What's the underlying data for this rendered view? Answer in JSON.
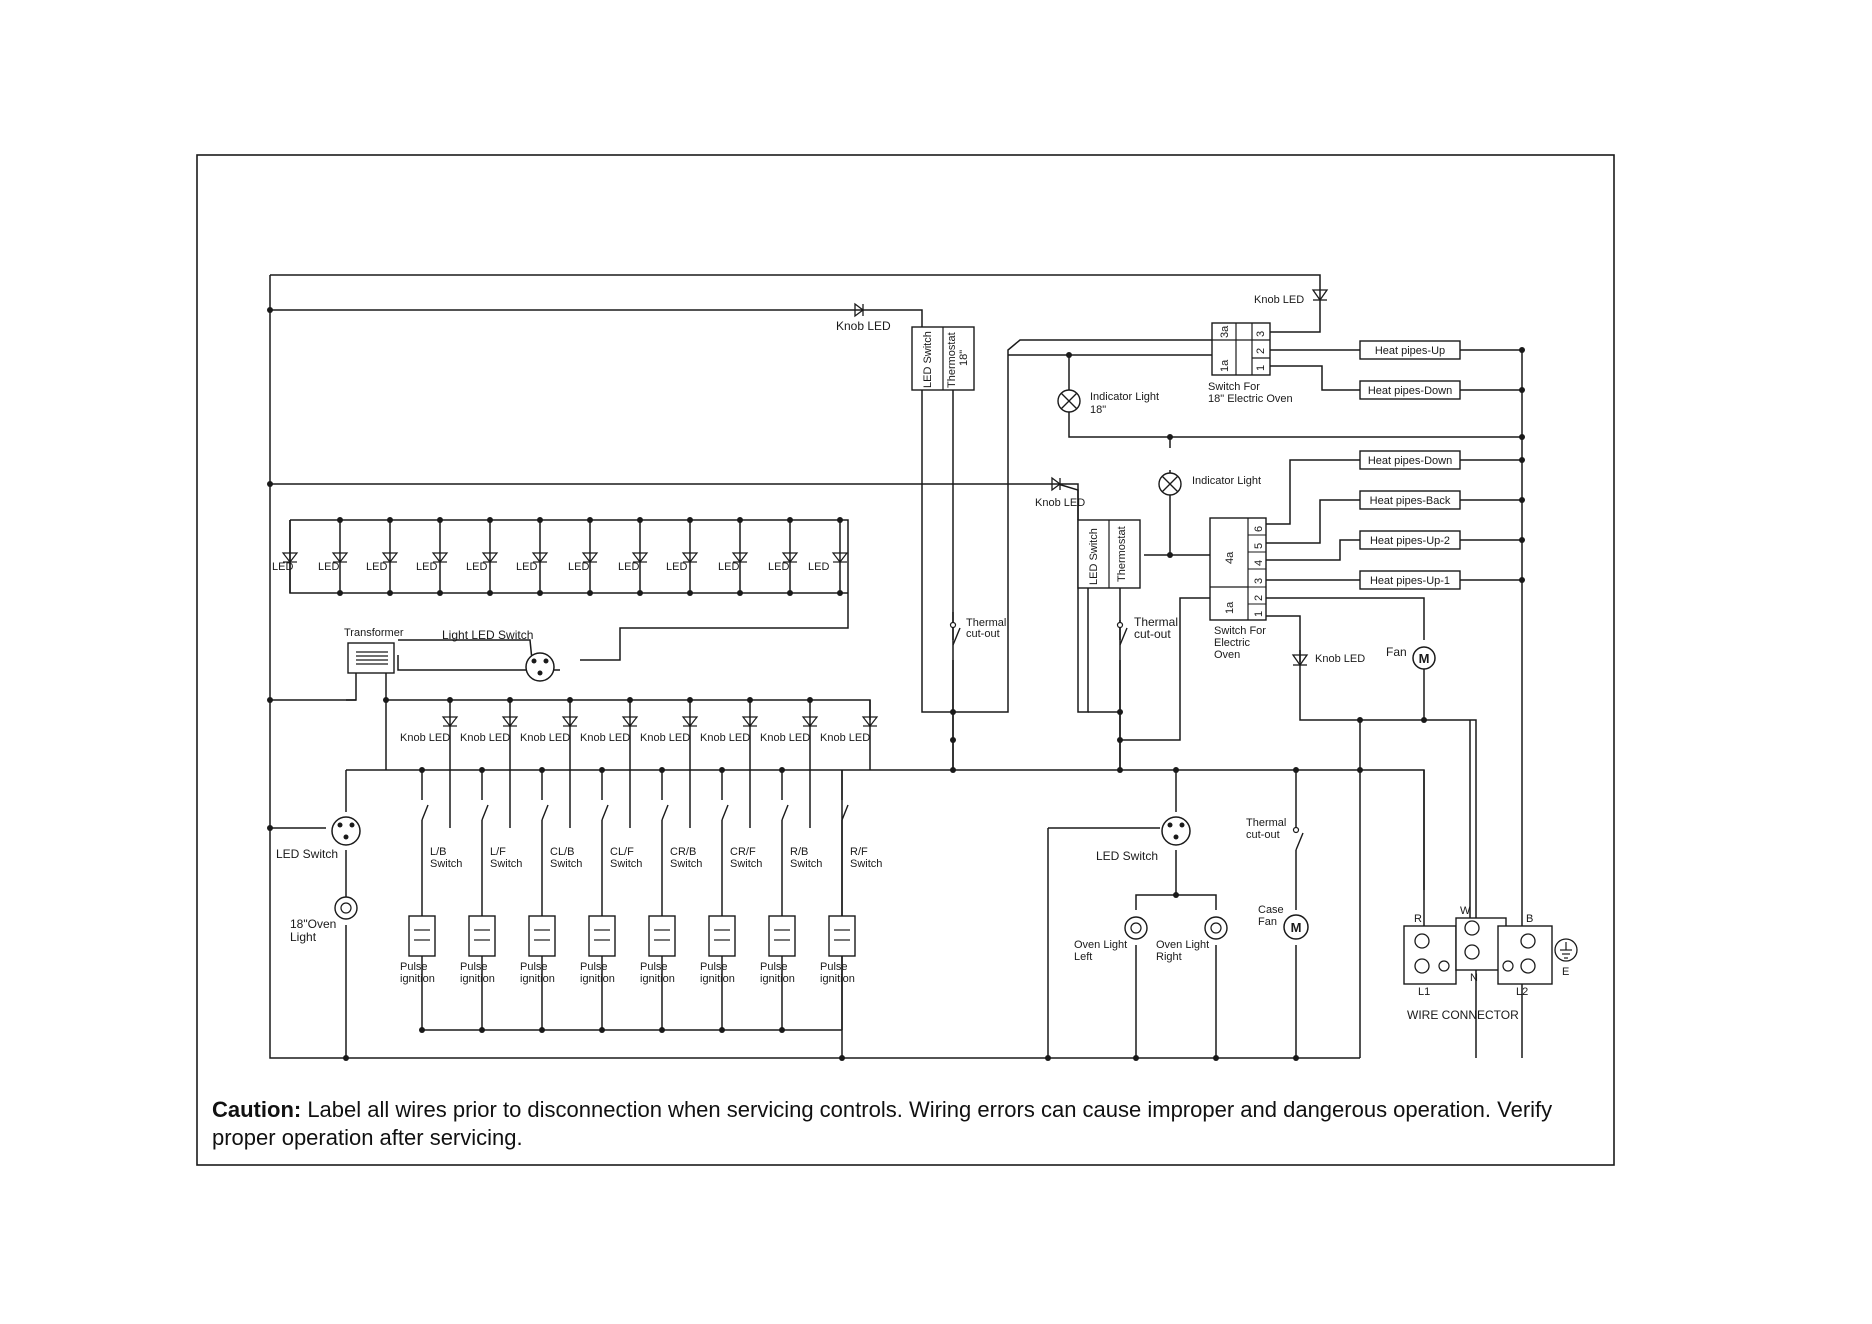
{
  "labels": {
    "knob_led": "Knob LED",
    "led": "LED",
    "led_switch": "LED Switch",
    "thermostat": "Thermostat",
    "thermostat_18": "18\"",
    "indicator_light": "Indicator Light",
    "indicator_light_18": "18\"",
    "switch_18_line1": "Switch For",
    "switch_18_line2": "18\" Electric Oven",
    "switch_eo_line1": "Switch For",
    "switch_eo_line2": "Electric",
    "switch_eo_line3": "Oven",
    "transformer": "Transformer",
    "light_led_switch": "Light LED Switch",
    "thermal": "Thermal",
    "cut_out": "cut-out",
    "fan": "Fan",
    "case": "Case",
    "case_fan": "Fan",
    "oven_light_18_line1": "18\"Oven",
    "oven_light_18_line2": "Light",
    "oven_light_left_line1": "Oven Light",
    "oven_light_left_line2": "Left",
    "oven_light_right_line1": "Oven Light",
    "oven_light_right_line2": "Right",
    "pulse": "Pulse",
    "ignition": "ignition",
    "switch": "Switch",
    "wire_connector": "WIRE CONNECTOR",
    "motor_symbol": "M"
  },
  "heat_pipes": [
    "Heat pipes-Up",
    "Heat pipes-Down",
    "Heat pipes-Down",
    "Heat pipes-Back",
    "Heat pipes-Up-2",
    "Heat pipes-Up-1"
  ],
  "switch_18_terminals": [
    "3a",
    "1a",
    "3",
    "2",
    "1"
  ],
  "switch_eo_terminals": [
    "4a",
    "1a",
    "6",
    "5",
    "4",
    "3",
    "2",
    "1"
  ],
  "burner_switches": [
    "L/B",
    "L/F",
    "CL/B",
    "CL/F",
    "CR/B",
    "CR/F",
    "R/B",
    "R/F"
  ],
  "connector_terminals": {
    "r": "R",
    "w": "W",
    "b": "B",
    "l1": "L1",
    "n": "N",
    "l2": "L2",
    "e": "E"
  },
  "caution": {
    "title": "Caution:",
    "text": " Label all wires prior to disconnection when servicing controls. Wiring errors can cause improper and dangerous operation. Verify proper operation after servicing."
  }
}
